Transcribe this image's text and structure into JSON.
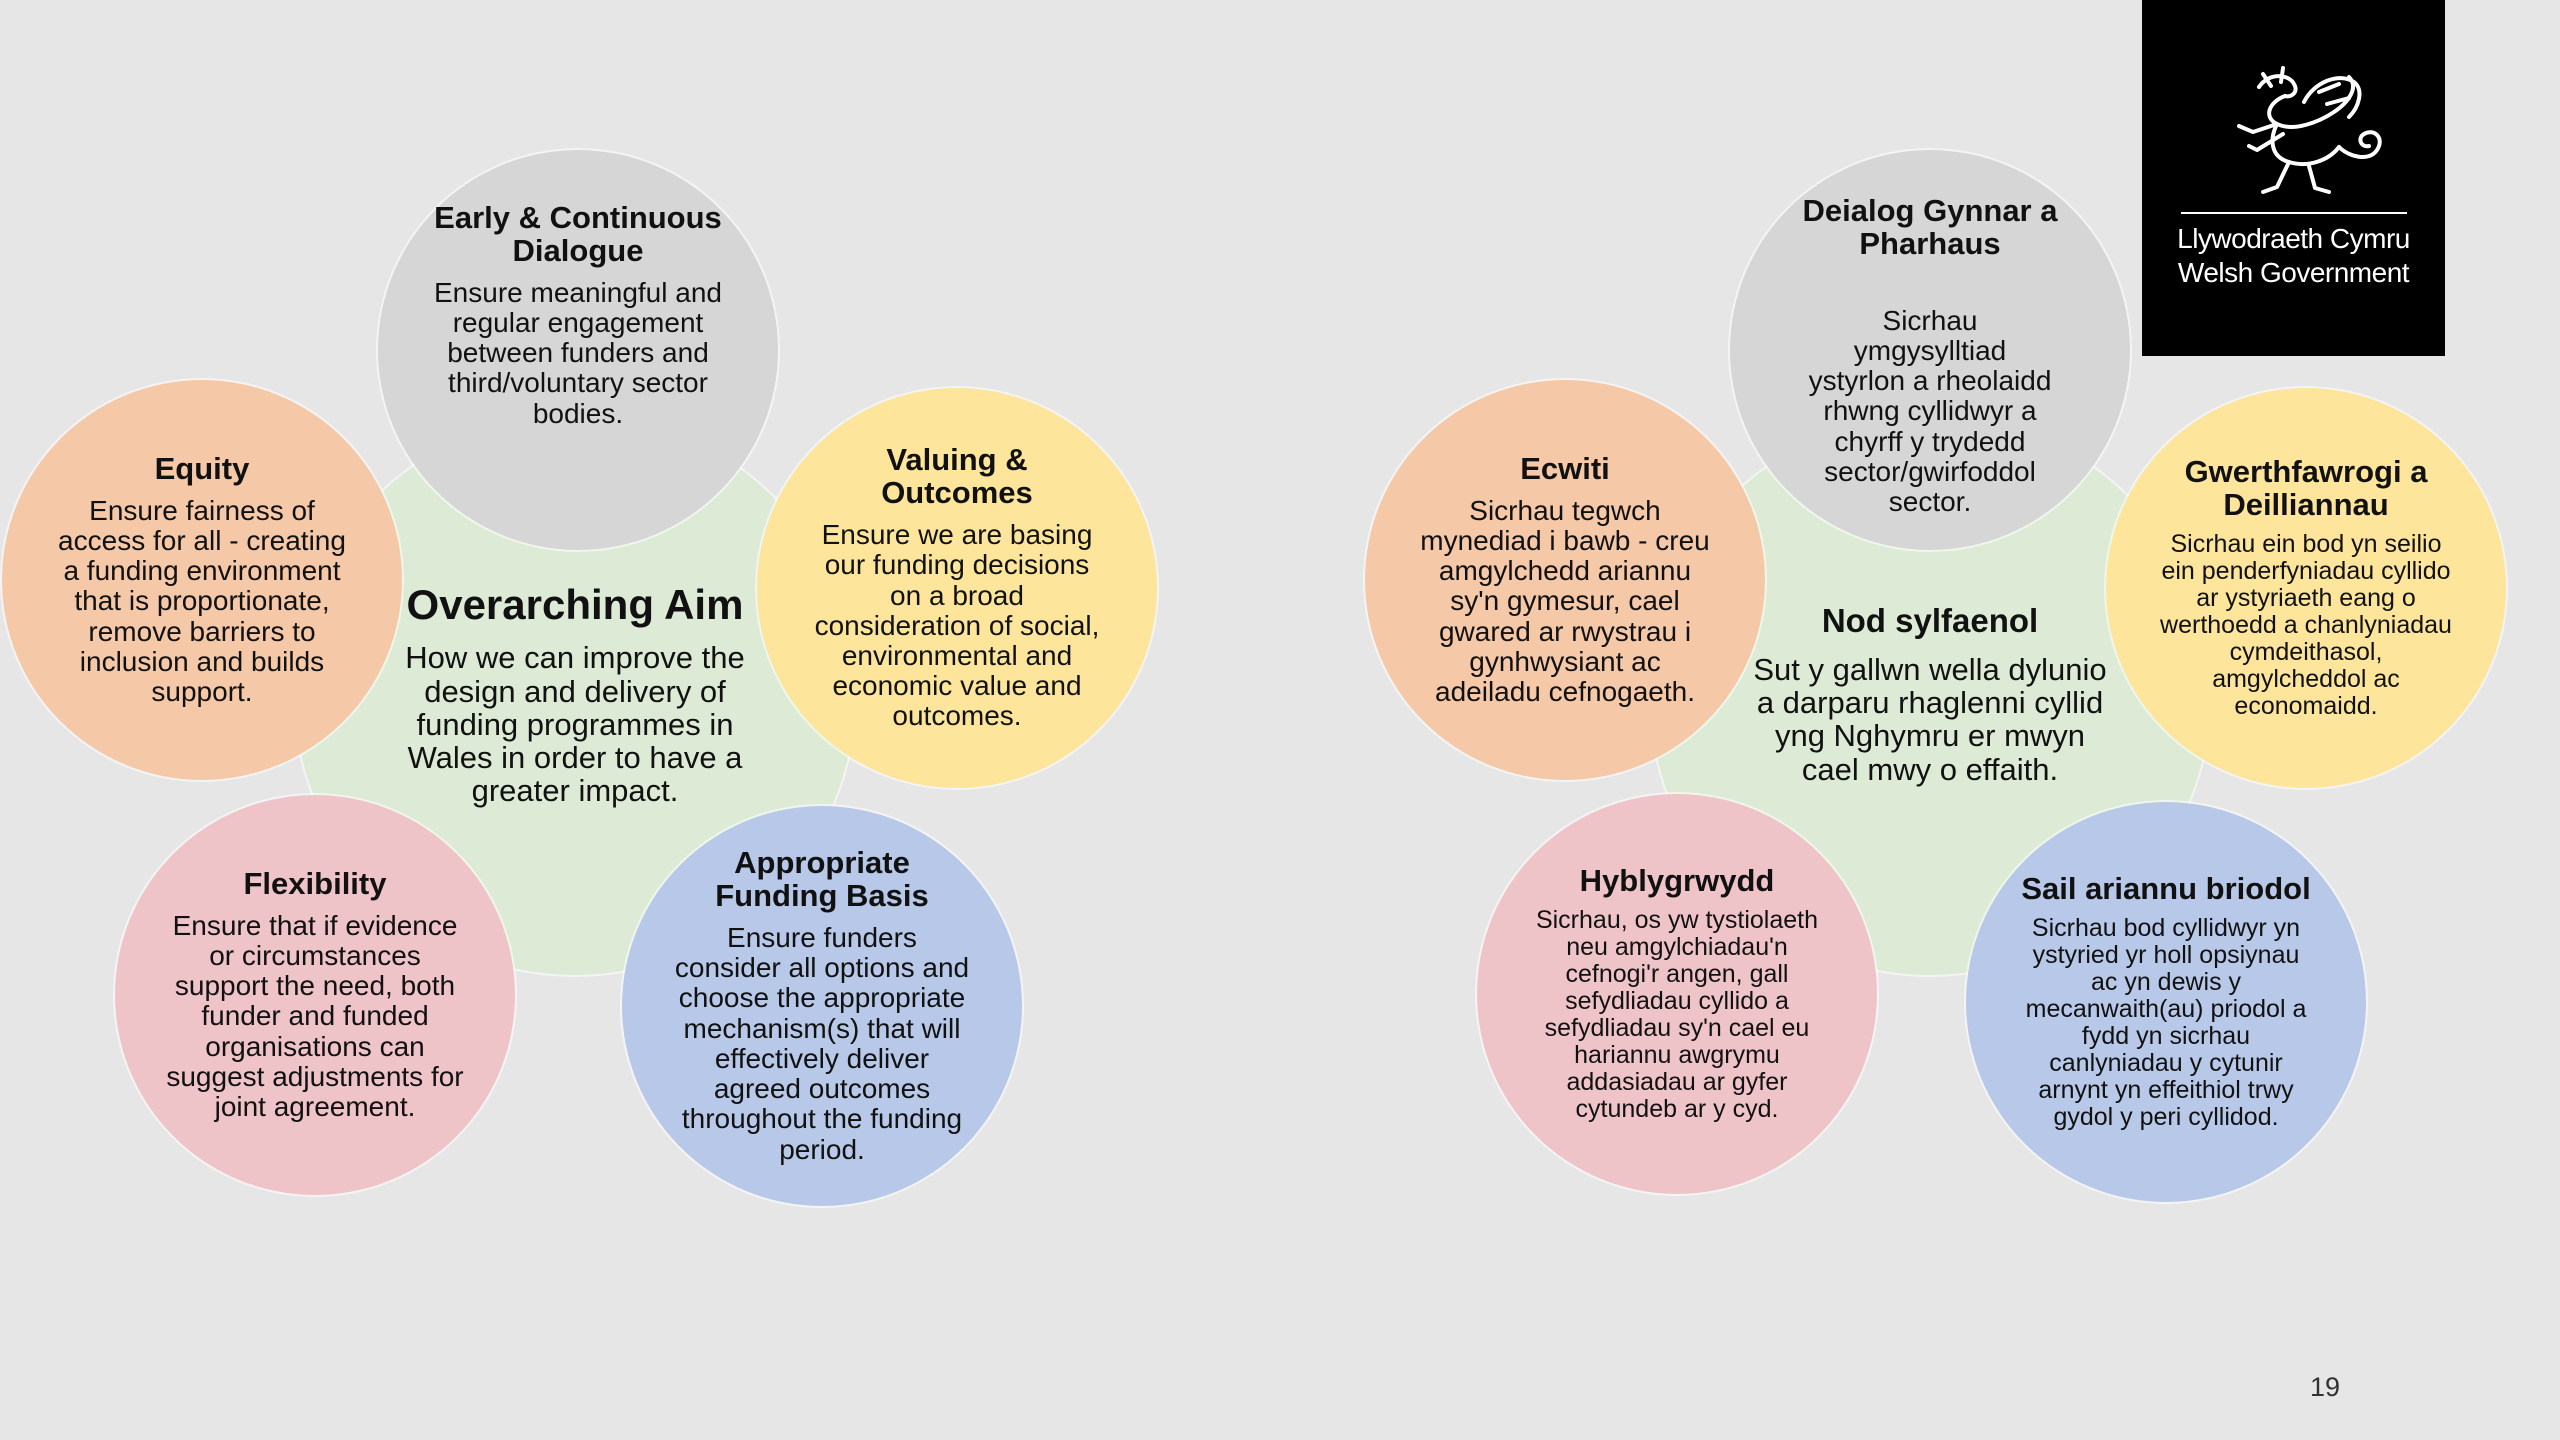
{
  "colors": {
    "background": "#e6e6e6",
    "center": "#dcead6",
    "grey": "#d6d6d6",
    "peach": "#f5c8a8",
    "yellow": "#fde59c",
    "pink": "#efc4c9",
    "blue": "#b7c8e8"
  },
  "english": {
    "center": {
      "title": "Overarching Aim",
      "body": "How we can improve the design and delivery of funding programmes in Wales in order to have a greater impact."
    },
    "dialogue": {
      "title": "Early & Continuous Dialogue",
      "body": "Ensure meaningful and regular engagement between funders and third/voluntary sector bodies."
    },
    "equity": {
      "title": "Equity",
      "body": "Ensure fairness of access for all - creating a funding environment that is proportionate, remove barriers to inclusion and builds support."
    },
    "valuing": {
      "title": "Valuing & Outcomes",
      "body": "Ensure we are basing our funding decisions on a broad consideration of social, environmental and economic value and outcomes."
    },
    "flexibility": {
      "title": "Flexibility",
      "body": "Ensure that if evidence or circumstances support the need, both funder and funded organisations can suggest adjustments for joint agreement."
    },
    "funding_basis": {
      "title": "Appropriate Funding Basis",
      "body": "Ensure funders consider all options and choose the appropriate mechanism(s) that will effectively deliver agreed outcomes throughout the funding period."
    }
  },
  "welsh": {
    "center": {
      "title": "Nod sylfaenol",
      "body": "Sut y gallwn wella dylunio a darparu rhaglenni cyllid yng Nghymru er mwyn cael mwy o effaith."
    },
    "dialogue": {
      "title": "Deialog Gynnar a Pharhaus",
      "body": "Sicrhau ymgysylltiad ystyrlon a rheolaidd rhwng cyllidwyr a chyrff y trydedd sector/gwirfoddol sector."
    },
    "equity": {
      "title": "Ecwiti",
      "body": "Sicrhau tegwch mynediad i bawb - creu amgylchedd ariannu sy'n gymesur, cael gwared ar rwystrau i gynhwysiant ac adeiladu cefnogaeth."
    },
    "valuing": {
      "title": "Gwerthfawrogi a Deilliannau",
      "body": "Sicrhau ein bod yn seilio ein penderfyniadau cyllido ar ystyriaeth eang o werthoedd a chanlyniadau cymdeithasol, amgylcheddol ac economaidd."
    },
    "flexibility": {
      "title": "Hyblygrwydd",
      "body": "Sicrhau, os yw tystiolaeth neu amgylchiadau'n cefnogi'r angen, gall sefydliadau cyllido a sefydliadau sy'n cael eu hariannu awgrymu addasiadau ar gyfer cytundeb ar y cyd."
    },
    "funding_basis": {
      "title": "Sail ariannu briodol",
      "body": "Sicrhau bod cyllidwyr yn ystyried yr holl opsiynau ac yn dewis y mecanwaith(au) priodol a fydd yn sicrhau canlyniadau y cytunir arnynt yn effeithiol trwy gydol y peri cyllidod."
    }
  },
  "logo": {
    "line1": "Llywodraeth Cymru",
    "line2": "Welsh Government",
    "icon": "welsh-dragon-icon"
  },
  "page_number": "19"
}
